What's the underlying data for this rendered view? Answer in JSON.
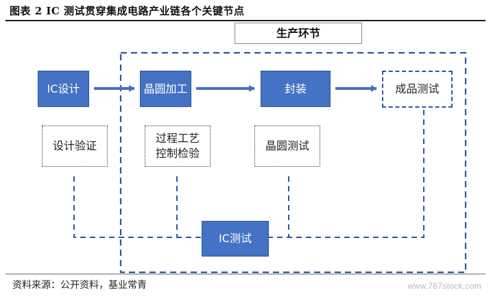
{
  "title": "图表 2 IC 测试贯穿集成电路产业链各个关键节点",
  "stage_label": "生产环节",
  "nodes": {
    "ic_design": "IC设计",
    "wafer_fab": "晶圆加工",
    "packaging": "封装",
    "final_product": "成品测试",
    "design_verification": "设计验证",
    "process_control": "过程工艺控制检验",
    "wafer_test": "晶圆测试",
    "ic_test": "IC测试"
  },
  "source": "资料来源：公开资料，基业常青",
  "watermark": "www.767stock.com",
  "colors": {
    "node_fill": "#4472c4",
    "node_border": "#2f5597",
    "connector": "#2f5597"
  }
}
